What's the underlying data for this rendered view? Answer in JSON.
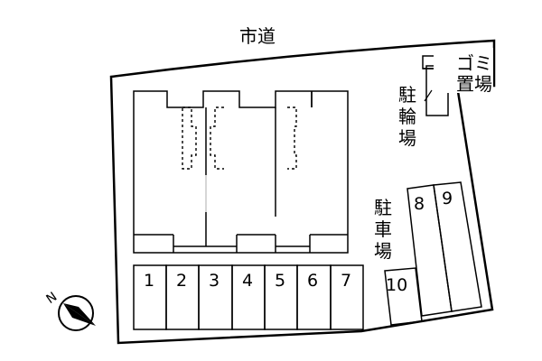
{
  "road_label": "市道",
  "garbage_label": [
    "ゴミ",
    "置場"
  ],
  "bicycle_label": [
    "駐",
    "輪",
    "場"
  ],
  "car_parking_label": [
    "駐",
    "車",
    "場"
  ],
  "parking_spaces": [
    "1",
    "2",
    "3",
    "4",
    "5",
    "6",
    "7",
    "8",
    "9",
    "10"
  ],
  "compass_letter": "N"
}
